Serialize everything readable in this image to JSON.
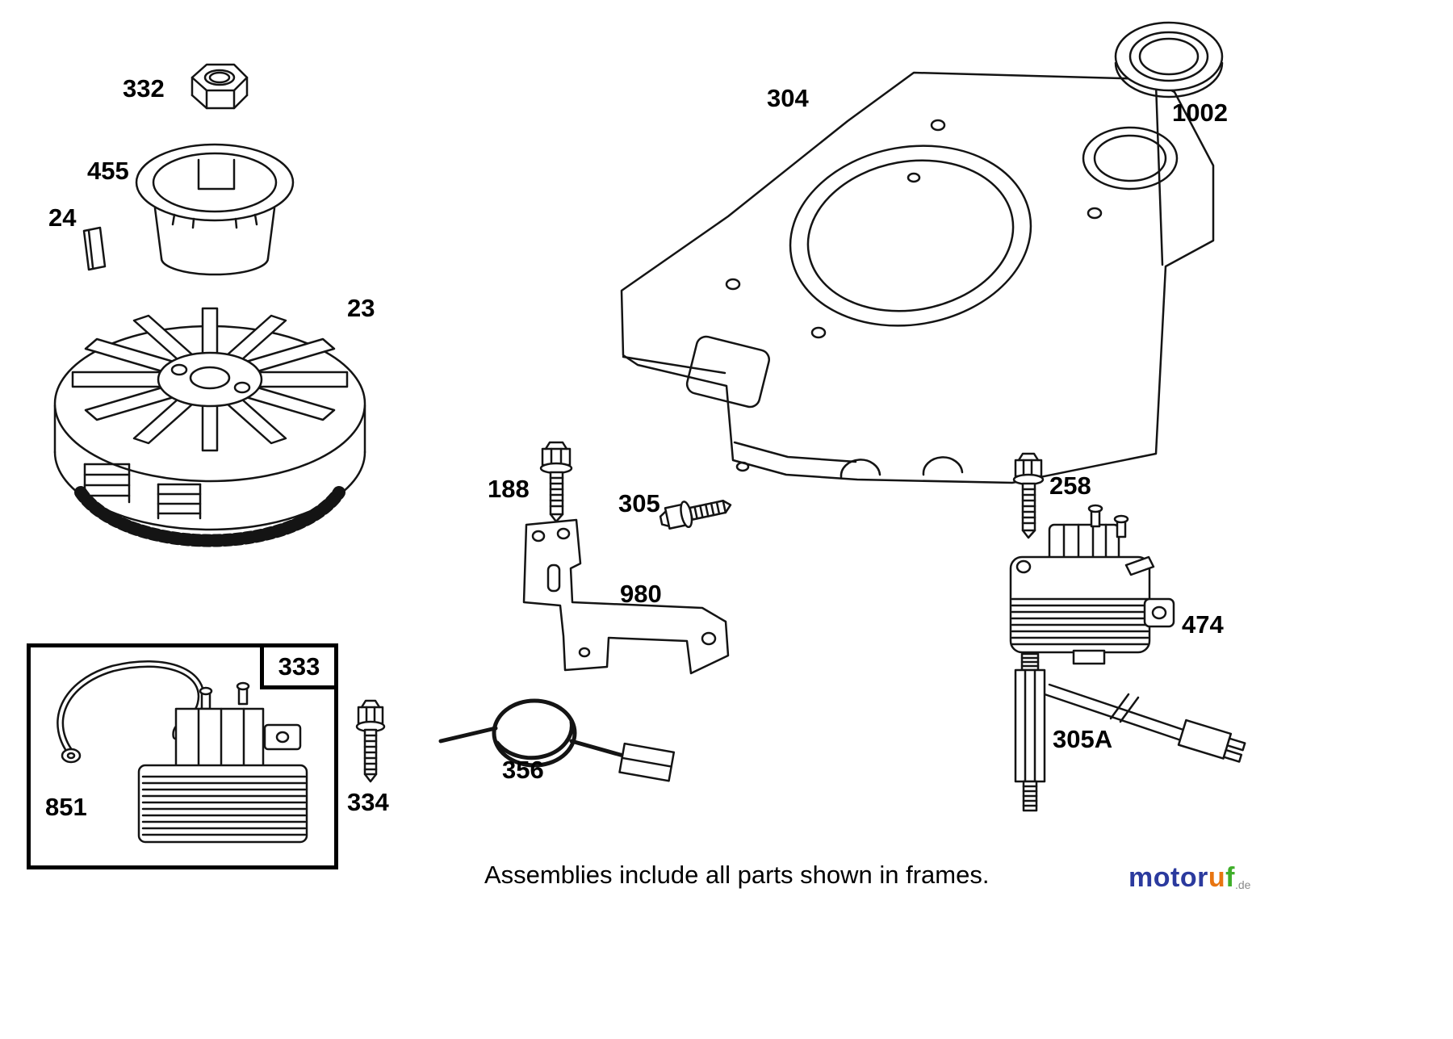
{
  "page": {
    "background": "#ffffff",
    "line_color": "#141414",
    "labels": {
      "p332": "332",
      "p455": "455",
      "p24": "24",
      "p23": "23",
      "p304": "304",
      "p1002": "1002",
      "p188": "188",
      "p305": "305",
      "p980": "980",
      "p258": "258",
      "p474": "474",
      "p305A": "305A",
      "p333": "333",
      "p851": "851",
      "p334": "334",
      "p356": "356"
    },
    "footer_note": "Assemblies include all parts shown in frames.",
    "logo": {
      "letters": [
        {
          "ch": "m",
          "color": "#2b3a9e"
        },
        {
          "ch": "o",
          "color": "#2b3a9e"
        },
        {
          "ch": "t",
          "color": "#2b3a9e"
        },
        {
          "ch": "o",
          "color": "#2b3a9e"
        },
        {
          "ch": "r",
          "color": "#2b3a9e"
        },
        {
          "ch": "u",
          "color": "#e87511"
        },
        {
          "ch": "f",
          "color": "#3fae2a"
        }
      ],
      "suffix": ".de",
      "suffix_color": "#8a8a8a"
    }
  }
}
